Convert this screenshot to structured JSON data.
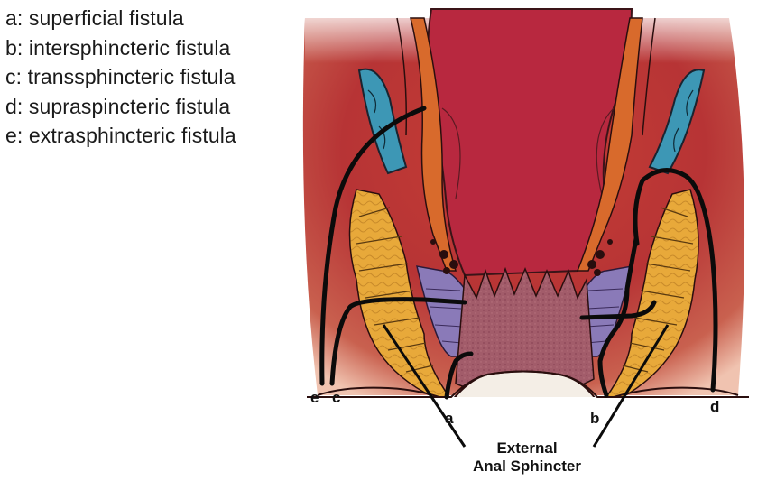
{
  "legend": {
    "items": [
      "a: superficial fistula",
      "b: intersphincteric fistula",
      "c: transsphincteric fistula",
      "d: supraspincteric fistula",
      "e: extrasphincteric fistula"
    ]
  },
  "diagram": {
    "markers": {
      "a": "a",
      "b": "b",
      "c": "c",
      "d": "d",
      "e": "e"
    },
    "sphincter_label": {
      "line1": "External",
      "line2": "Anal Sphincter"
    }
  },
  "colors": {
    "tissue_red": "#b5363a",
    "lumen_red": "#b8283f",
    "fat_yellow": "#e8a93a",
    "levator_blue": "#3d97b5",
    "internal_sphincter_purple": "#8a7ab8",
    "mucosa_pink": "#a4606e",
    "fistula_tract": "#0b0b0b"
  }
}
